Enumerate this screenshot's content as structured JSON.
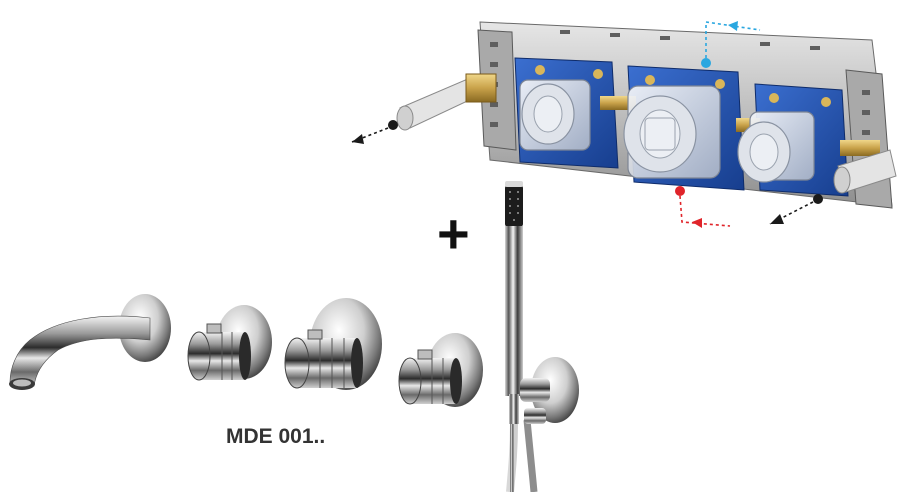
{
  "product": {
    "model_label": "MDE 001..",
    "plus_symbol": "+"
  },
  "flow_colors": {
    "cold": "#2aa7e0",
    "hot": "#e0242a",
    "outlet": "#1a1a1a",
    "mounting_box": "#1f4fa8",
    "brass": "#c9a24a"
  },
  "components": [
    "wall-spout",
    "diverter-valve",
    "thermostatic-mixer",
    "flow-valve",
    "hand-shower",
    "wall-outlet-holder",
    "concealed-mounting-body"
  ]
}
